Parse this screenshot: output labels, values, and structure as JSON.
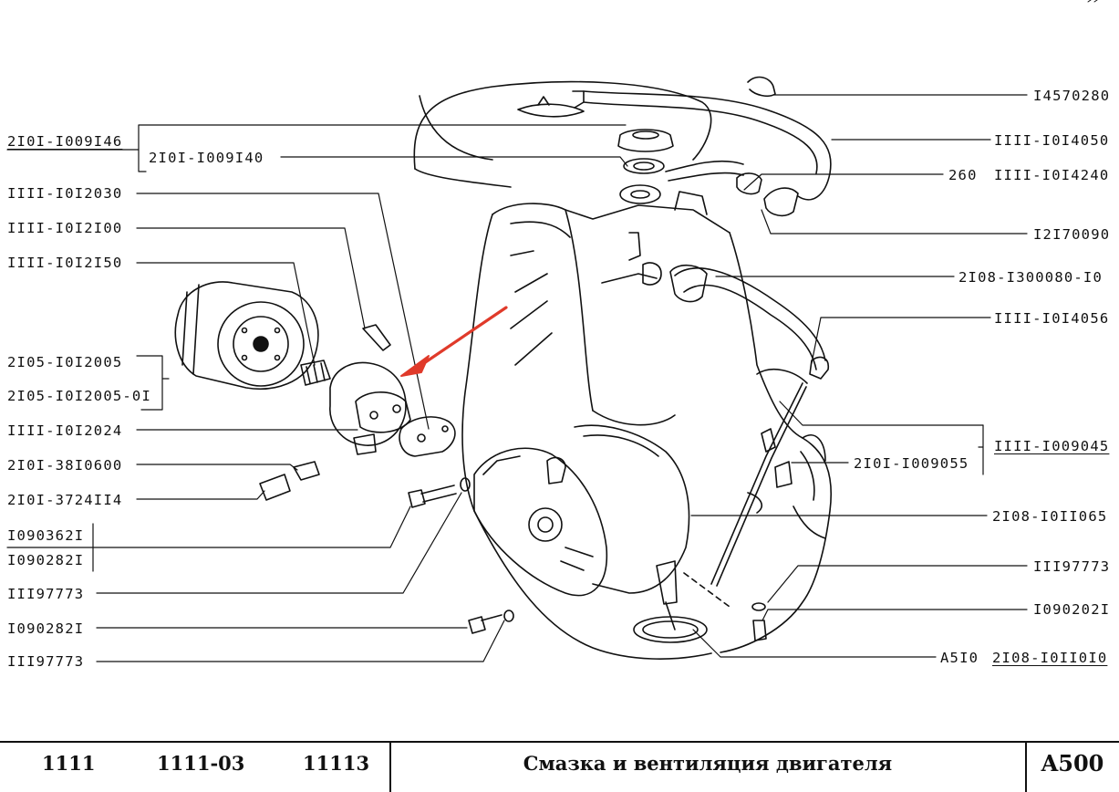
{
  "left_labels": [
    {
      "name": "part-2101-1009146",
      "text": "2I0I-I009I46",
      "underline": true
    },
    {
      "name": "part-2101-1009140",
      "text": "2I0I-I009I40"
    },
    {
      "name": "part-1111-1012030",
      "text": "IIII-I0I2030"
    },
    {
      "name": "part-1111-1012100",
      "text": "IIII-I0I2I00"
    },
    {
      "name": "part-1111-1012150",
      "text": "IIII-I0I2I50"
    },
    {
      "name": "part-2105-1012005",
      "text": "2I05-I0I2005"
    },
    {
      "name": "part-2105-1012005-01",
      "text": "2I05-I0I2005-0I"
    },
    {
      "name": "part-1111-1012024",
      "text": "IIII-I0I2024"
    },
    {
      "name": "part-2101-3810600",
      "text": "2I0I-38I0600"
    },
    {
      "name": "part-2101-3724114",
      "text": "2I0I-3724II4"
    },
    {
      "name": "part-1090362",
      "text": "I090362I"
    },
    {
      "name": "part-1090282-upper",
      "text": "I090282I"
    },
    {
      "name": "part-1197773-upper",
      "text": "III97773"
    },
    {
      "name": "part-1090282-lower",
      "text": "I090282I"
    },
    {
      "name": "part-1197773-lower",
      "text": "III97773"
    }
  ],
  "right_labels": [
    {
      "name": "part-14570280",
      "text": "I4570280"
    },
    {
      "name": "part-1111-1014050",
      "text": "IIII-I0I4050"
    },
    {
      "name": "part-260",
      "text": "260"
    },
    {
      "name": "part-1111-1014240",
      "text": "IIII-I0I4240"
    },
    {
      "name": "part-12170090",
      "text": "I2I70090"
    },
    {
      "name": "part-2108-1300080-10",
      "text": "2I08-I300080-I0"
    },
    {
      "name": "part-1111-1014056",
      "text": "IIII-I0I4056"
    },
    {
      "name": "part-1111-1009045",
      "text": "IIII-I009045",
      "underline": true
    },
    {
      "name": "part-2101-1009055",
      "text": "2I0I-I009055"
    },
    {
      "name": "part-2108-1011065",
      "text": "2I08-I0II065"
    },
    {
      "name": "part-1197773-right",
      "text": "III97773"
    },
    {
      "name": "part-1090202",
      "text": "I090202I"
    },
    {
      "name": "part-a510",
      "text": "A5I0"
    },
    {
      "name": "part-2108-1011010",
      "text": "2I08-I0II0I0",
      "underline": true
    }
  ],
  "footer": {
    "model_1": "1111",
    "model_2": "1111-03",
    "model_3": "11113",
    "title": "Смазка и вентиляция двигателя",
    "code": "A500"
  },
  "colors": {
    "ink": "#111111",
    "arrow": "#e03a2a"
  }
}
